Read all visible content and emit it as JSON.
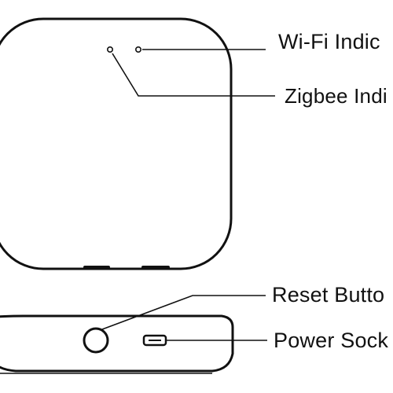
{
  "labels": {
    "wifi": "Wi-Fi Indic",
    "zigbee": "Zigbee Indi",
    "reset": "Reset Butto",
    "power": "Power Sock"
  },
  "colors": {
    "line": "#111111",
    "background": "#ffffff"
  }
}
